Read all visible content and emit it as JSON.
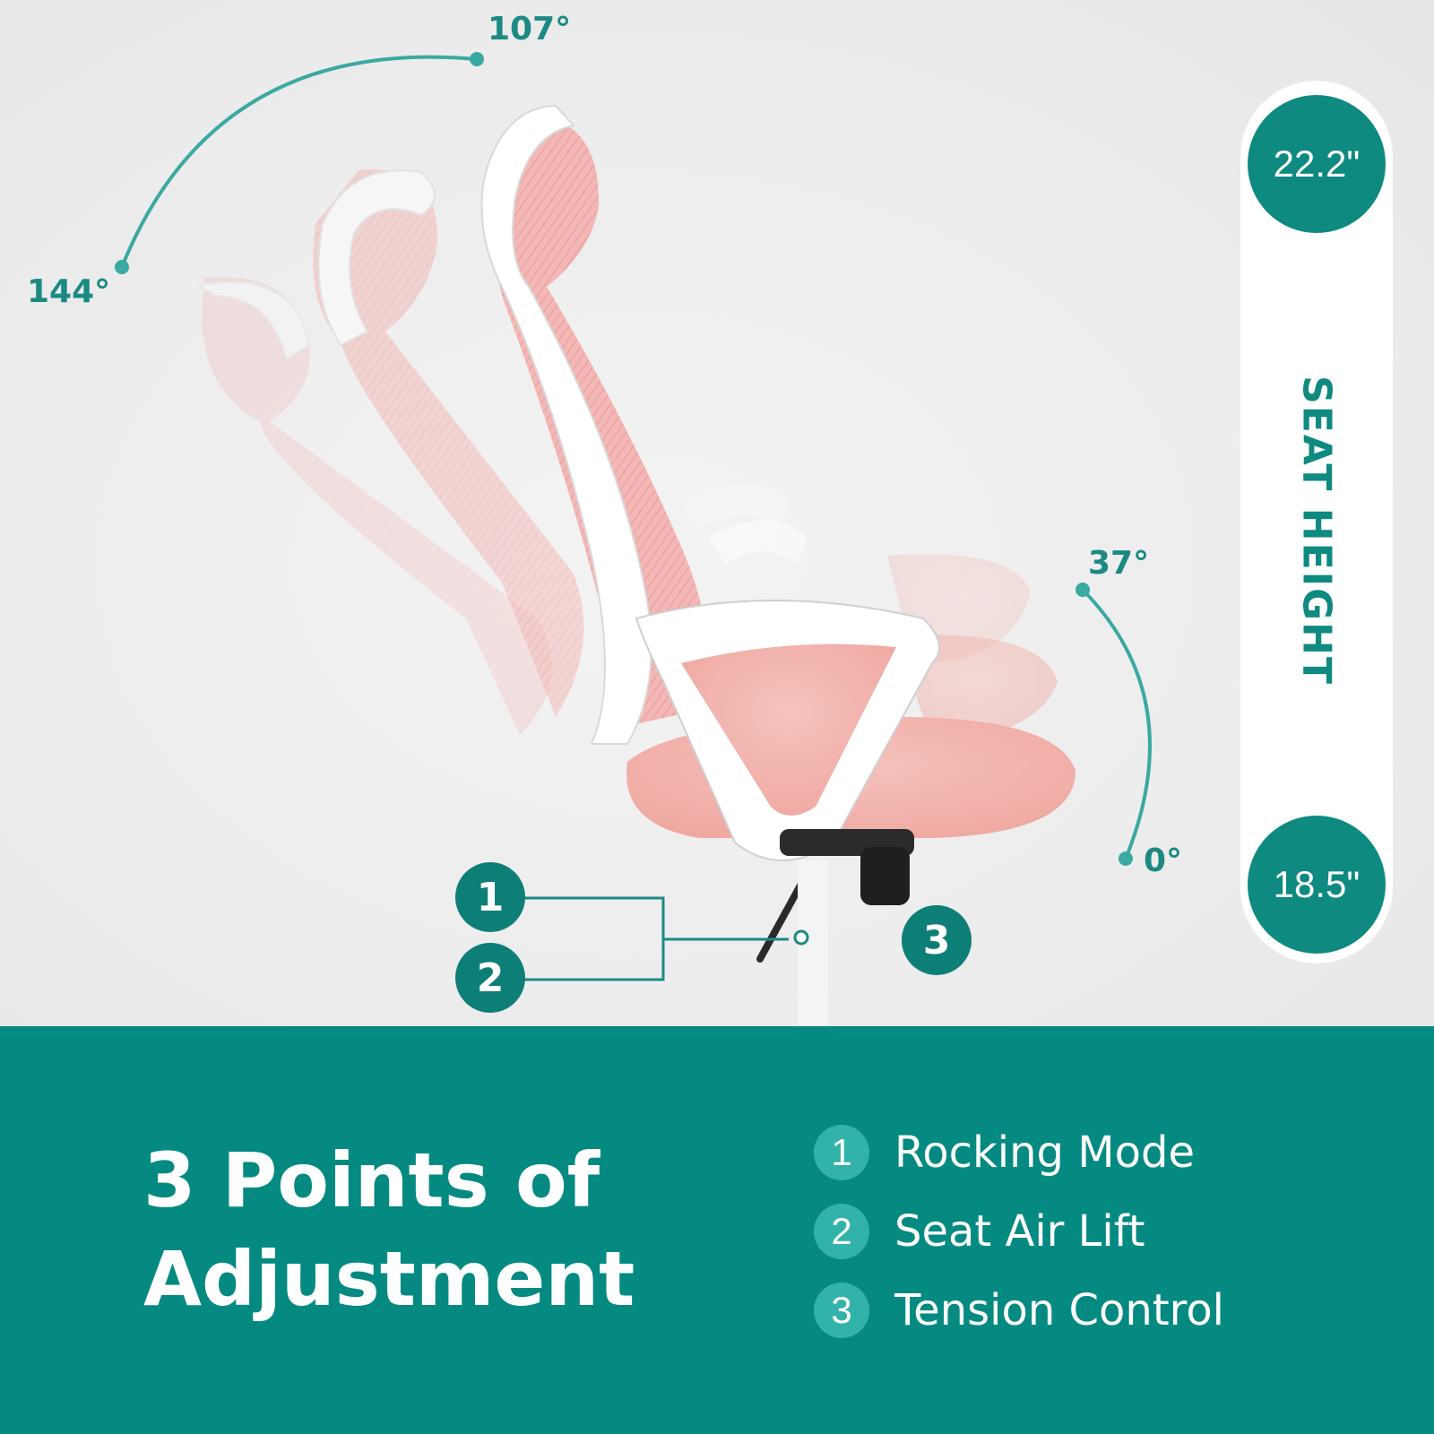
{
  "angles": {
    "recline_mid": "107°",
    "recline_max": "144°",
    "rock_max": "37°",
    "rock_min": "0°"
  },
  "seat_height": {
    "label": "SEAT HEIGHT",
    "max": "22.2\"",
    "min": "18.5\""
  },
  "callouts": [
    "1",
    "2",
    "3"
  ],
  "headline": "3 Points of Adjustment",
  "features": [
    {
      "number": "1",
      "label": "Rocking Mode"
    },
    {
      "number": "2",
      "label": "Seat Air Lift"
    },
    {
      "number": "3",
      "label": "Tension Control"
    }
  ],
  "colors": {
    "teal": "#048a81",
    "teal_light": "#32b3aa",
    "mesh_pink": "#f2b3b1",
    "frame_white": "#ffffff"
  }
}
